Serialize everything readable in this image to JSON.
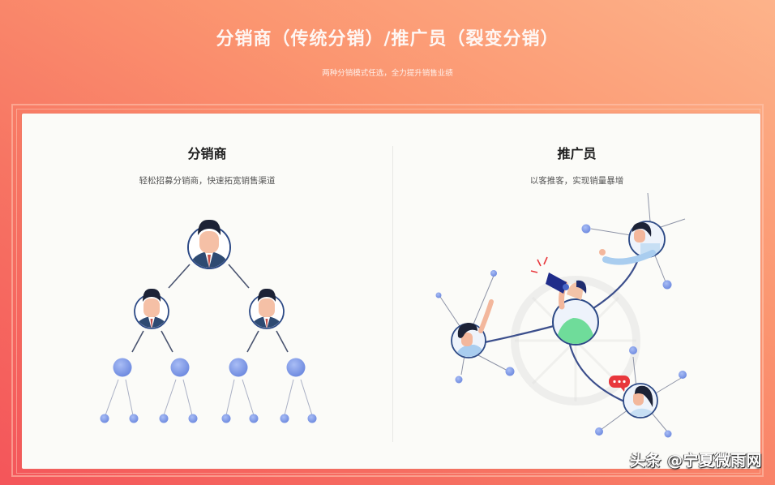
{
  "header": {
    "title": "分销商（传统分销）/推广员（裂变分销）",
    "subtitle": "两种分销模式任选，全力提升销售业绩"
  },
  "panels": {
    "distributor": {
      "title": "分销商",
      "description": "轻松招募分销商，快速拓宽销售渠道",
      "illustration": "hierarchy-tree-icon"
    },
    "promoter": {
      "title": "推广员",
      "description": "以客推客，实现销量暴增",
      "illustration": "referral-network-icon"
    }
  },
  "watermark": "头条 @宁夏微雨网",
  "colors": {
    "gradient_start": "#f4555a",
    "gradient_end": "#fdb38a",
    "card_bg": "#fbfbf8",
    "node_blue": "#7f9be8",
    "avatar_ring": "#2d4a86",
    "promoter_green": "#6fdc9a",
    "chat_red": "#e8373c"
  }
}
